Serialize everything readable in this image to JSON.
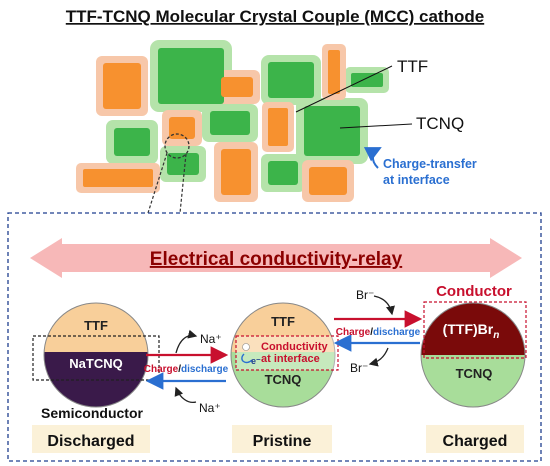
{
  "title": "TTF-TCNQ Molecular Crystal Couple (MCC) cathode",
  "crystal_labels": {
    "ttf": "TTF",
    "tcnq": "TCNQ",
    "charge_transfer_line1": "Charge-transfer",
    "charge_transfer_line2": "at interface"
  },
  "banner": "Electrical conductivity-relay",
  "states": {
    "discharged": {
      "top_label": "TTF",
      "bottom_label": "NaTCNQ",
      "type_label": "Semiconductor",
      "caption": "Discharged"
    },
    "pristine": {
      "top_label": "TTF",
      "bottom_label": "TCNQ",
      "interface_line1": "Conductivity",
      "interface_line2": "at interface",
      "electron": "e⁻",
      "caption": "Pristine"
    },
    "charged": {
      "top_label": "(TTF)Br",
      "top_label_sub": "n",
      "bottom_label": "TCNQ",
      "type_label": "Conductor",
      "caption": "Charged"
    }
  },
  "arrows_left": {
    "charge": "Charge",
    "slash": "/",
    "discharge": "discharge",
    "ion_top": "Na⁺",
    "ion_bottom": "Na⁺"
  },
  "arrows_right": {
    "charge": "Charge",
    "slash": "/",
    "discharge": "discharge",
    "ion_top": "Br⁻",
    "ion_bottom": "Br⁻"
  },
  "colors": {
    "orange": "#f7912f",
    "orange_halo": "#f7c7a9",
    "green": "#3cb44a",
    "green_halo": "#b5e3aa",
    "purple": "#3a1a4a",
    "dark_red": "#7a0a0a",
    "pale_orange": "#f8cf9a",
    "pale_green": "#a8dd9a",
    "pink_banner": "#f7b8b8",
    "blue": "#2a6fd1",
    "red": "#c8102e",
    "caption_bg": "#fbf1d8"
  }
}
